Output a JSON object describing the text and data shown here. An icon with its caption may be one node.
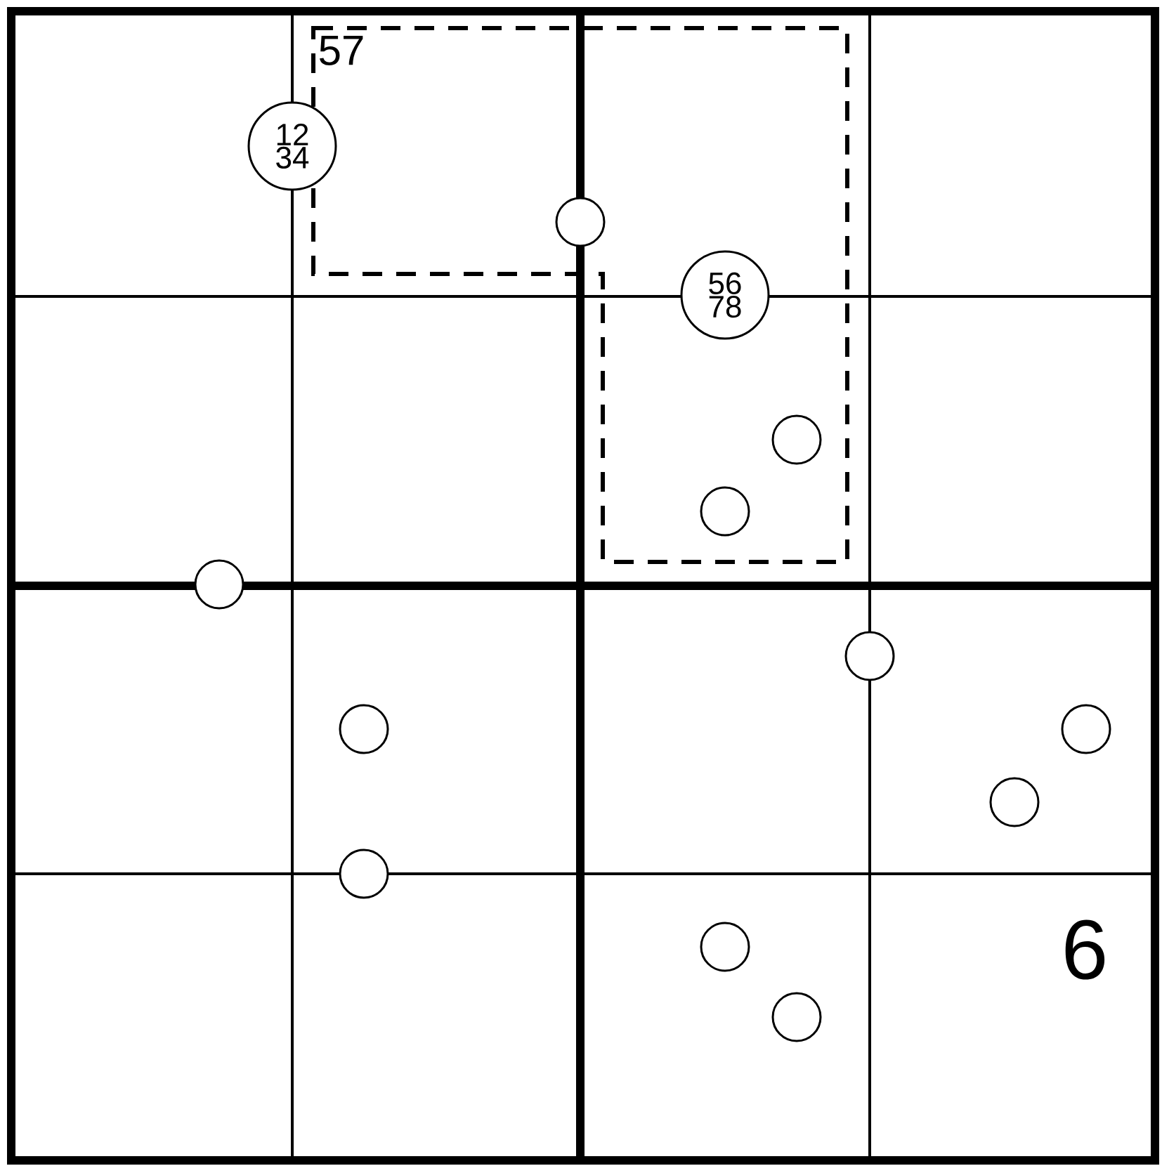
{
  "diagram": {
    "nodes": [
      {
        "text": [
          "12 34"
        ]
      },
      {
        "text": [],
        "shape": "circle"
      },
      {
        "text": [
          "56 78"
        ]
      },
      {
        "text": [],
        "shape": "circle"
      },
      {
        "text": [],
        "shape": "circle"
      },
      {
        "text": [],
        "shape": "circle"
      },
      {
        "text": [],
        "shape": "circle"
      },
      {
        "text": [],
        "shape": "circle"
      },
      {
        "text": [],
        "shape": "circle"
      },
      {
        "text": [],
        "shape": "circle"
      },
      {
        "text": [],
        "shape": "circle"
      },
      {
        "text": [],
        "shape": "circle"
      },
      {
        "text": [],
        "shape": "circle"
      }
    ],
    "labels": [
      "57",
      "6"
    ]
  }
}
